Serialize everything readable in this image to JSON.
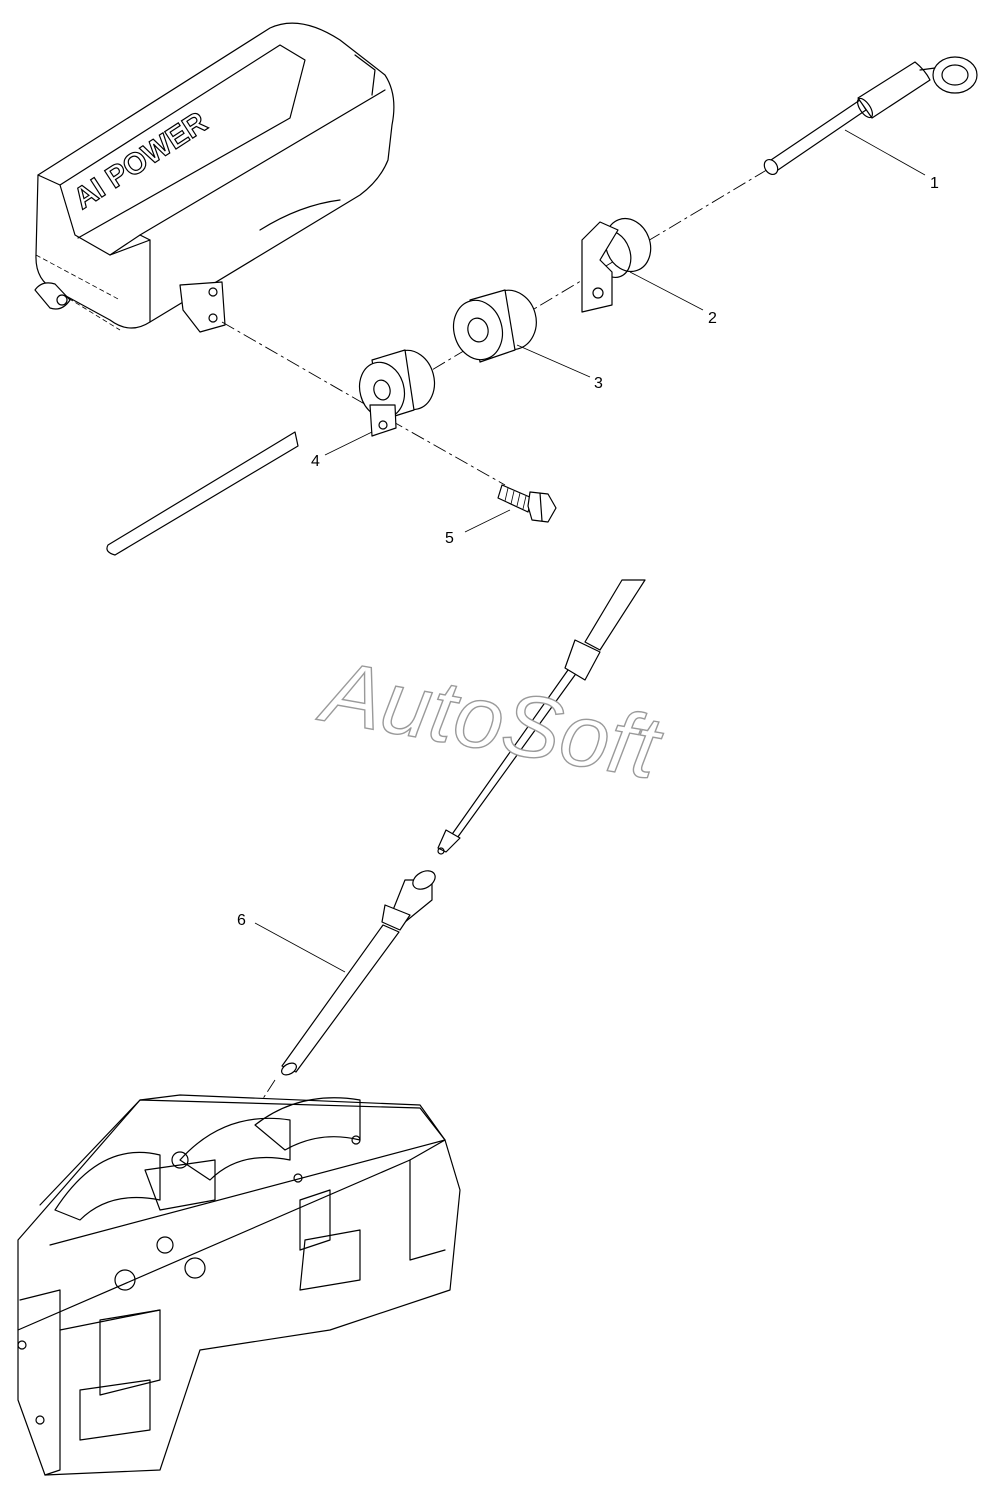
{
  "diagram": {
    "brand_text": "AI POWER",
    "watermark": "AutoSoft",
    "callouts": [
      {
        "label": "1"
      },
      {
        "label": "2"
      },
      {
        "label": "3"
      },
      {
        "label": "4"
      },
      {
        "label": "5"
      },
      {
        "label": "6"
      }
    ]
  }
}
